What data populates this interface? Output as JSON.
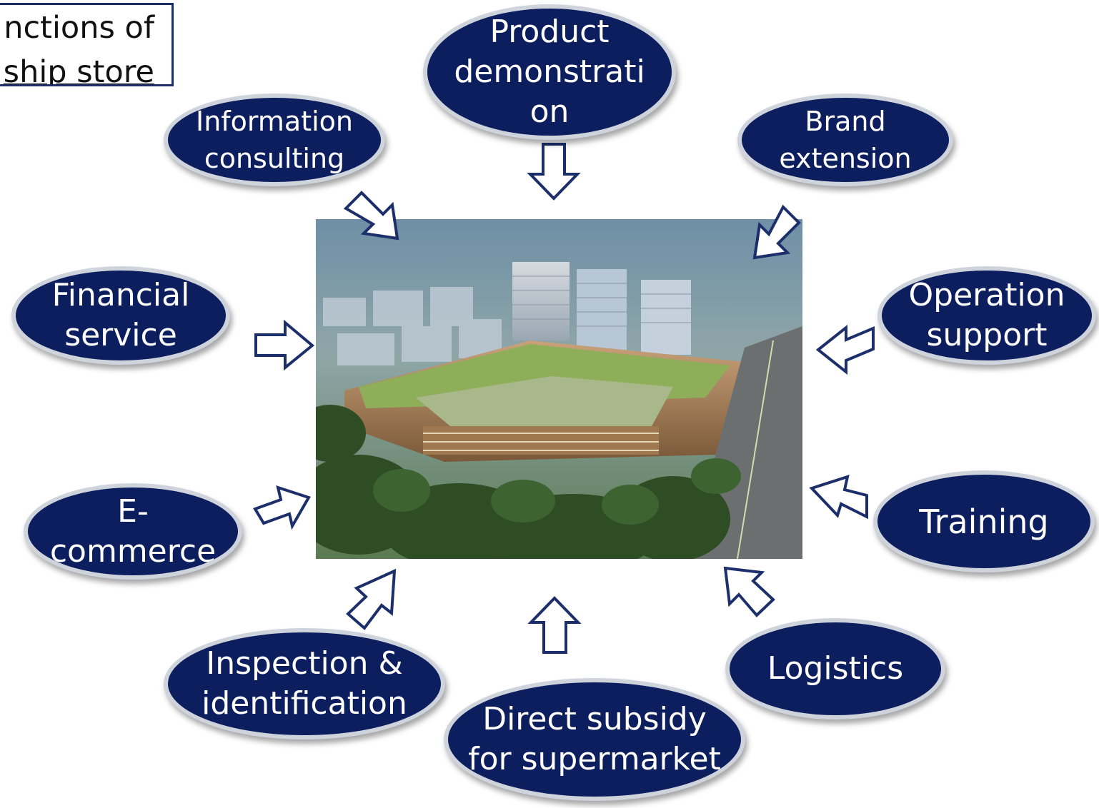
{
  "title": {
    "line1": "nctions of",
    "line2": "ship store"
  },
  "nodes": {
    "product_demonstration": "Product\ndemonstrati\non",
    "information_consulting": "Information\nconsulting",
    "brand_extension": "Brand\nextension",
    "financial_service": "Financial\nservice",
    "operation_support": "Operation\nsupport",
    "e_commerce": "E-\ncommerce",
    "training": "Training",
    "inspection_identification": "Inspection &\nidentification",
    "logistics": "Logistics",
    "direct_subsidy": "Direct subsidy\nfor supermarket"
  },
  "colors": {
    "node_fill": "#0d1e5e",
    "node_border": "#cfd3dc",
    "arrow_stroke": "#1c2f6b"
  }
}
